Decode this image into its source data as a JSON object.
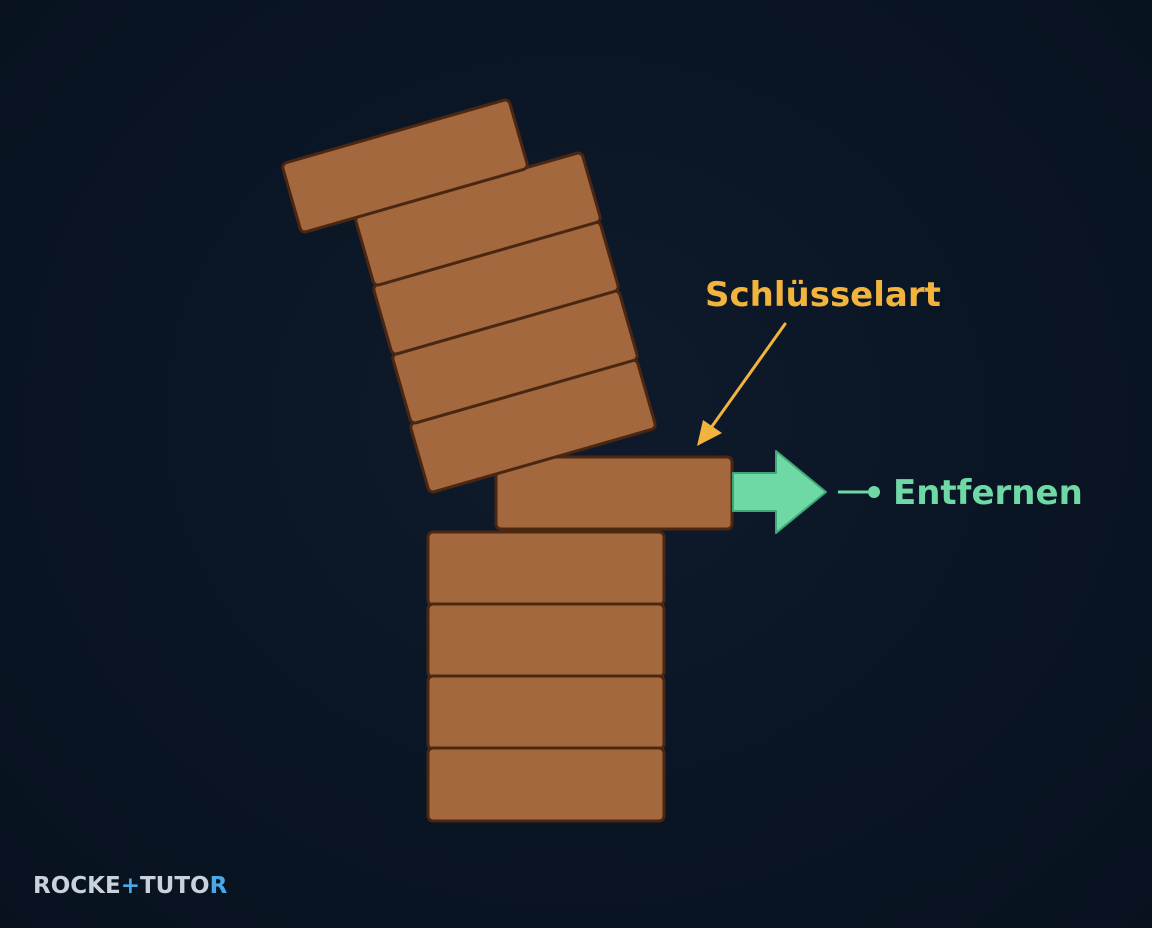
{
  "labels": {
    "key_type": "Schlüsselart",
    "remove": "Entfernen"
  },
  "logo": {
    "part1": "ROCKE",
    "part2": "TUTO",
    "part3": "R"
  },
  "colors": {
    "block_fill": "#a4683f",
    "block_outline": "#4b2712",
    "arrow_fill": "#6fd9a6",
    "key_label": "#f2b43d",
    "remove_label": "#6fd9a6",
    "background": "#0b1626"
  },
  "icons": {
    "arrow": "right-arrow-icon",
    "bullet": "dot-connector-icon"
  }
}
